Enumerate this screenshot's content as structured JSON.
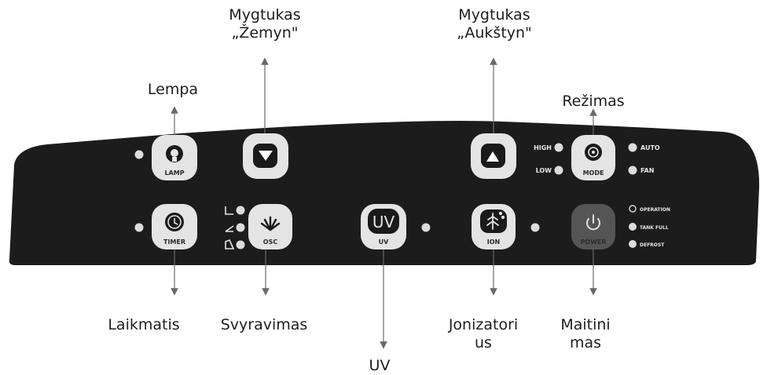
{
  "callouts": {
    "down_line1": "Mygtukas",
    "down_line2": "„Žemyn\"",
    "up_line1": "Mygtukas",
    "up_line2": "„Aukštyn\"",
    "lamp": "Lempa",
    "mode": "Režimas",
    "timer": "Laikmatis",
    "osc": "Svyravimas",
    "uv": "UV",
    "ion_line1": "Jonizatori",
    "ion_line2": "us",
    "power_line1": "Maitini",
    "power_line2": "mas"
  },
  "panel": {
    "colors": {
      "panel": "#1c1c1c",
      "button": "#e4e4e4",
      "icon": "#1a1a1a",
      "indicator": "#dcdcdc",
      "power_button": "#555555"
    },
    "buttons": {
      "lamp": "LAMP",
      "mode": "MODE",
      "timer": "TIMER",
      "osc": "OSC",
      "uv_symbol": "UV",
      "uv": "UV",
      "ion": "ION",
      "power": "POWER"
    },
    "indicators": {
      "high": "HIGH",
      "low": "LOW",
      "auto": "AUTO",
      "fan": "FAN",
      "operation": "OPERATION",
      "tank_full": "TANK FULL",
      "defrost": "DEFROST"
    }
  }
}
